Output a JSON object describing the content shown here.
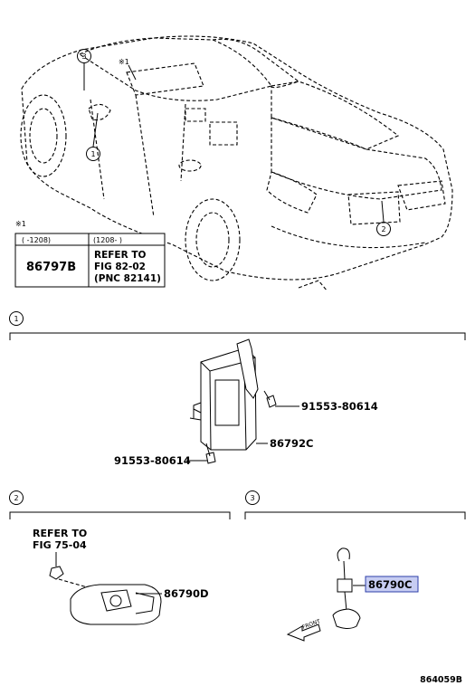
{
  "note_mark": "※1",
  "table": {
    "col1_header": "(    -1208)",
    "col2_header": "(1208-      )",
    "col1_value": "86797B",
    "col2_lines": [
      "REFER TO",
      "FIG 82-02",
      "(PNC 82141)"
    ]
  },
  "callouts": {
    "c1": "1",
    "c2": "2",
    "c3": "3"
  },
  "section1": {
    "number": "1",
    "bolt_right": "91553-80614",
    "bolt_left": "91553-80614",
    "ecu": "86792C"
  },
  "section2": {
    "number": "2",
    "refer_line1": "REFER TO",
    "refer_line2": "FIG 75-04",
    "camera": "86790D"
  },
  "section3": {
    "number": "3",
    "camera_highlight": "86790C",
    "front_label": "FRONT"
  },
  "figure_id": "864059B",
  "colors": {
    "highlight_fill": "#c7cdf2",
    "highlight_border": "#2c3ea8"
  }
}
